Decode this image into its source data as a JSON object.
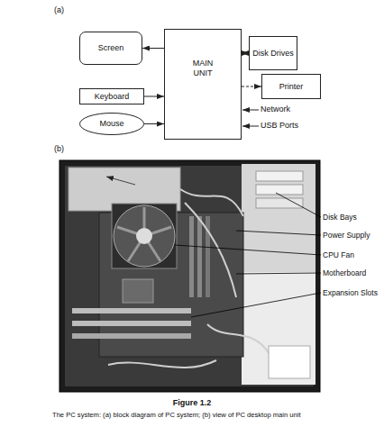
{
  "diagram": {
    "caption": "The PC system: (a) block diagram of PC system; (b) view of PC desktop main unit",
    "nodes": [
      {
        "text": [
          "Screen"
        ]
      },
      {
        "text": [
          "MAIN UNIT"
        ]
      },
      {
        "text": [
          "Disk Drives"
        ]
      },
      {
        "text": [
          "Printer"
        ]
      },
      {
        "text": [
          "Keyboard"
        ]
      },
      {
        "text": [
          "Mouse"
        ]
      }
    ],
    "edges": [
      {
        "from": 1,
        "to": 0,
        "arrow": "to"
      },
      {
        "from": 1,
        "to": 2,
        "arrow": "both"
      },
      {
        "from": 1,
        "to": 3,
        "arrow": "to"
      },
      {
        "from": 4,
        "to": 1,
        "arrow": "to"
      },
      {
        "from": 5,
        "to": 1,
        "arrow": "to"
      }
    ],
    "labels": [
      "(a)",
      "Network",
      "USB Ports",
      "(b)",
      "Disk Bays",
      "Power Supply",
      "CPU Fan",
      "Motherboard",
      "Expansion Slots",
      "Figure 1.2"
    ]
  }
}
